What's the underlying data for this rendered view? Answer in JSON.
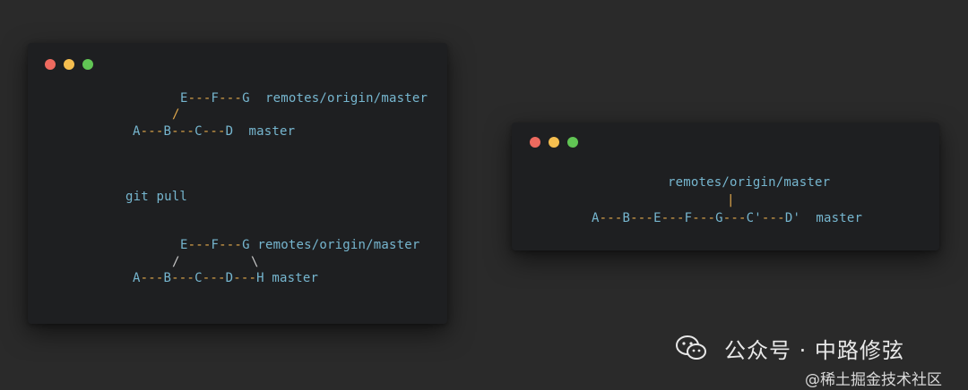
{
  "left_window": {
    "before": {
      "top_branch": [
        "E",
        "F",
        "G"
      ],
      "top_label": "remotes/origin/master",
      "fork": "/",
      "bottom_branch": [
        "A",
        "B",
        "C",
        "D"
      ],
      "bottom_label": "master"
    },
    "command": "git pull",
    "after": {
      "top_branch": [
        "E",
        "F",
        "G"
      ],
      "top_label": "remotes/origin/master",
      "fork_left": "/",
      "fork_right": "\\",
      "bottom_branch": [
        "A",
        "B",
        "C",
        "D",
        "H"
      ],
      "bottom_label": "master"
    }
  },
  "right_window": {
    "top_label": "remotes/origin/master",
    "pointer": "|",
    "chain": [
      "A",
      "B",
      "E",
      "F",
      "G",
      "C'",
      "D'"
    ],
    "bottom_label": "master"
  },
  "watermark": {
    "title": "公众号 · 中路修弦",
    "handle": "@稀土掘金技术社区"
  },
  "colors": {
    "text_blue": "#76b6cf",
    "dash_yellow": "#e2a94c",
    "window_bg": "#1e1f21",
    "page_bg": "#2a2a2a"
  }
}
